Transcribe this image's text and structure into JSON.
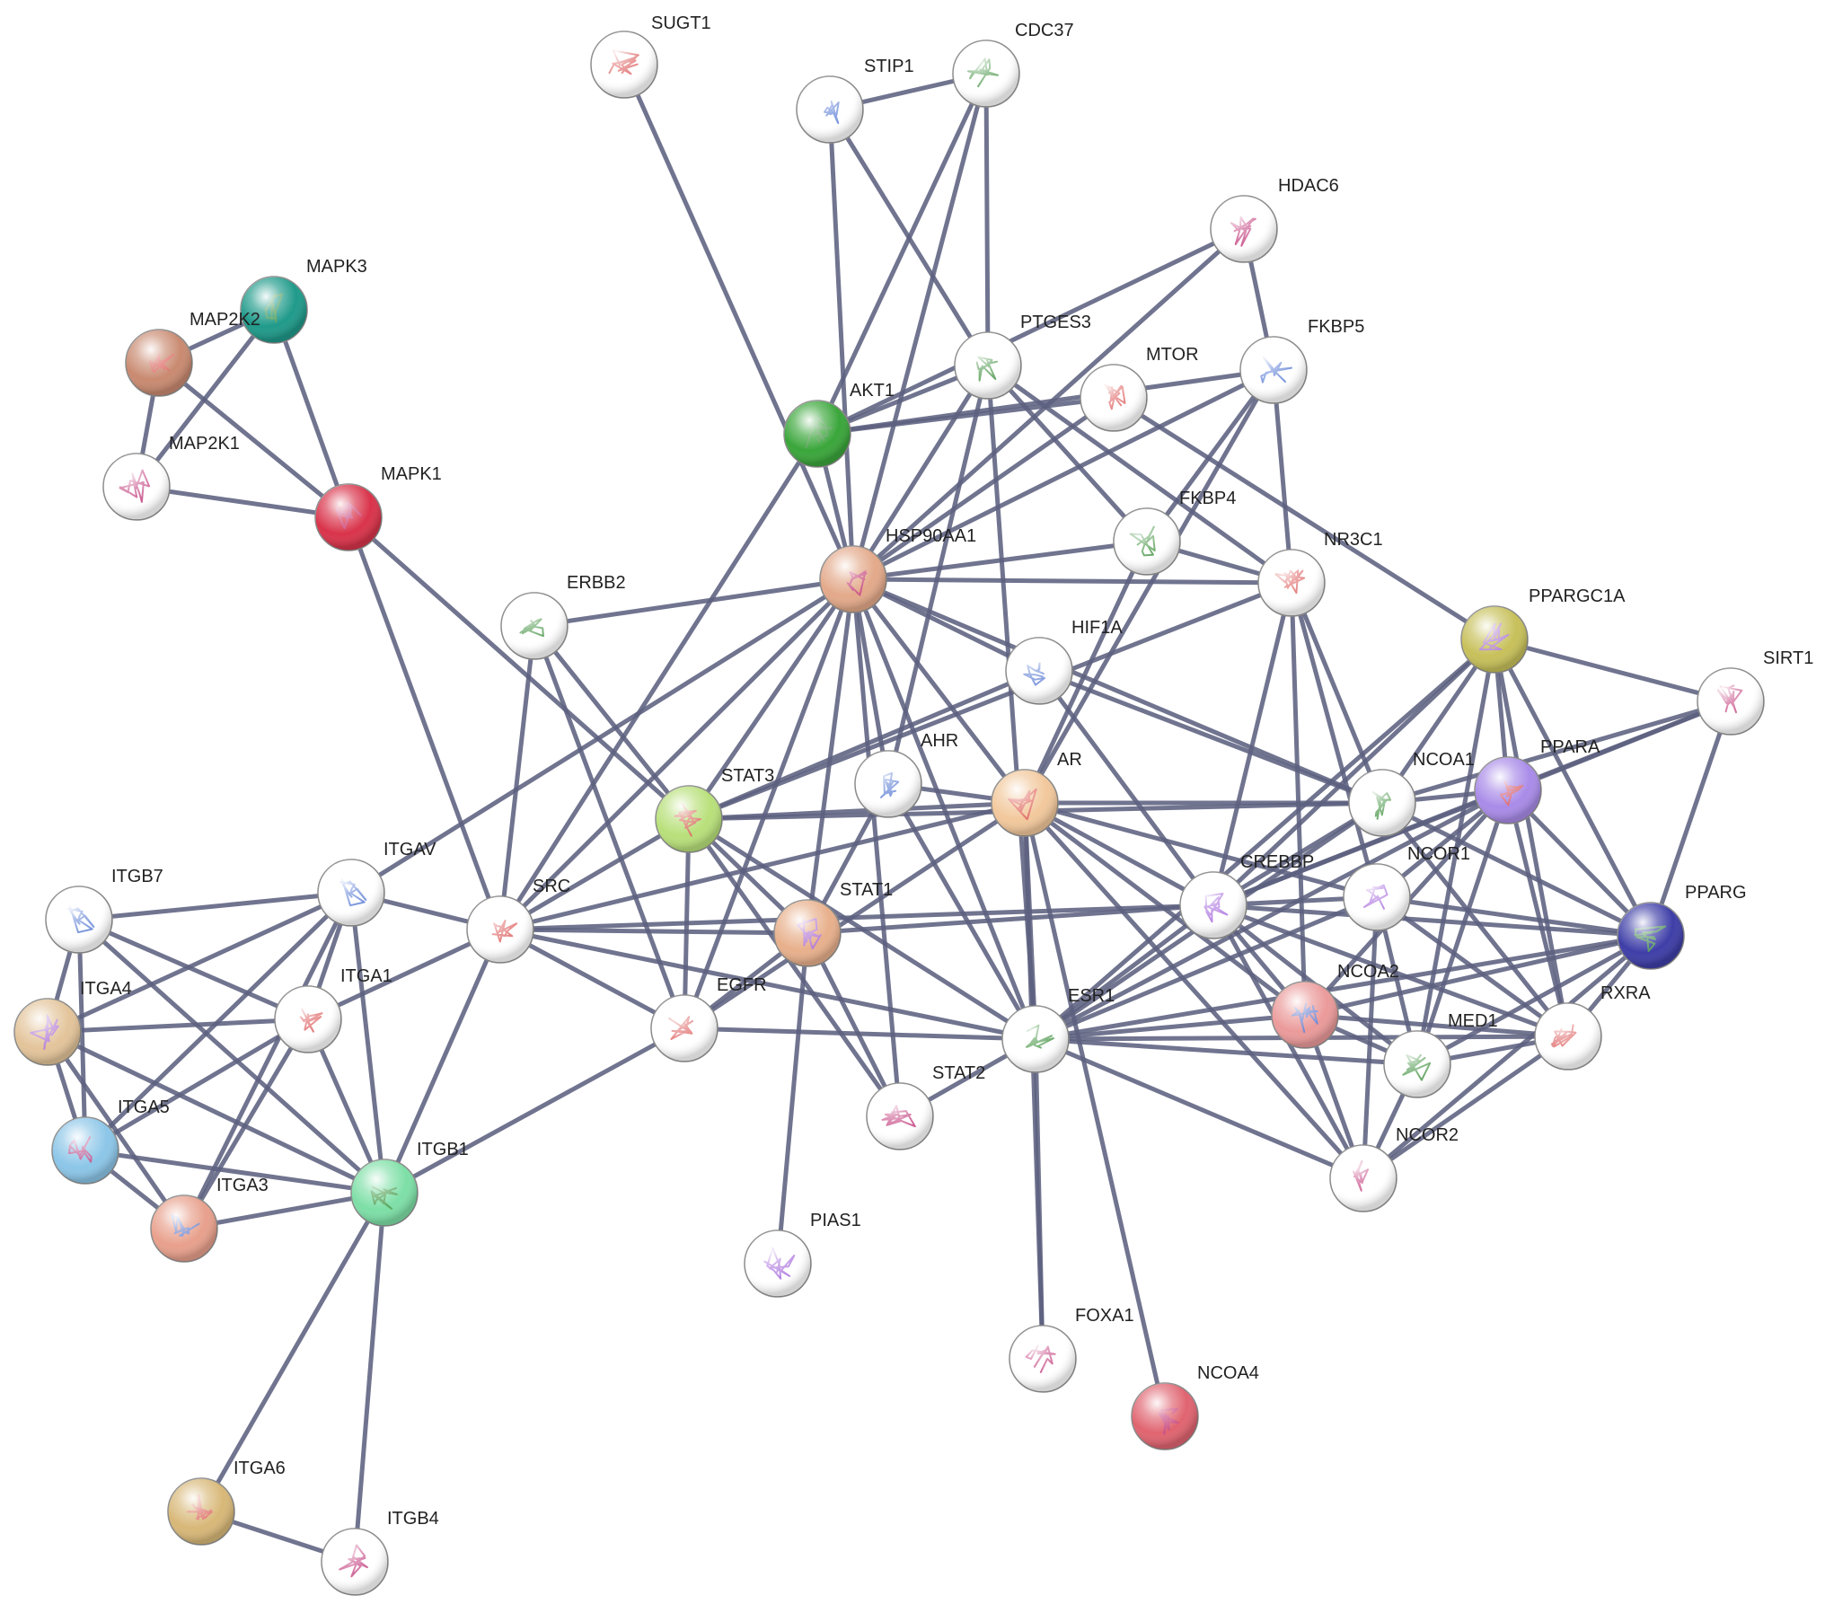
{
  "nodes": [
    {
      "id": "SUGT1",
      "color": "#ffffff"
    },
    {
      "id": "CDC37",
      "color": "#ffffff"
    },
    {
      "id": "STIP1",
      "color": "#ffffff"
    },
    {
      "id": "HDAC6",
      "color": "#ffffff"
    },
    {
      "id": "MAPK3",
      "color": "#1f9a8a"
    },
    {
      "id": "MAP2K2",
      "color": "#c98a70"
    },
    {
      "id": "PTGES3",
      "color": "#ffffff"
    },
    {
      "id": "FKBP5",
      "color": "#ffffff"
    },
    {
      "id": "MTOR",
      "color": "#ffffff"
    },
    {
      "id": "AKT1",
      "color": "#3aa63a"
    },
    {
      "id": "MAP2K1",
      "color": "#ffffff"
    },
    {
      "id": "MAPK1",
      "color": "#d9334a"
    },
    {
      "id": "FKBP4",
      "color": "#ffffff"
    },
    {
      "id": "HSP90AA1",
      "color": "#e3a98a"
    },
    {
      "id": "NR3C1",
      "color": "#ffffff"
    },
    {
      "id": "ERBB2",
      "color": "#ffffff"
    },
    {
      "id": "PPARGC1A",
      "color": "#c7c05a"
    },
    {
      "id": "HIF1A",
      "color": "#ffffff"
    },
    {
      "id": "SIRT1",
      "color": "#ffffff"
    },
    {
      "id": "AHR",
      "color": "#ffffff"
    },
    {
      "id": "AR",
      "color": "#f2c89c"
    },
    {
      "id": "STAT3",
      "color": "#b8e07a"
    },
    {
      "id": "NCOA1",
      "color": "#ffffff"
    },
    {
      "id": "PPARA",
      "color": "#a98be8"
    },
    {
      "id": "ITGAV",
      "color": "#ffffff"
    },
    {
      "id": "ITGB7",
      "color": "#ffffff"
    },
    {
      "id": "SRC",
      "color": "#ffffff"
    },
    {
      "id": "STAT1",
      "color": "#e8b08c"
    },
    {
      "id": "CREBBP",
      "color": "#ffffff"
    },
    {
      "id": "NCOR1",
      "color": "#ffffff"
    },
    {
      "id": "PPARG",
      "color": "#3e3ea8"
    },
    {
      "id": "ITGA1",
      "color": "#ffffff"
    },
    {
      "id": "ITGA4",
      "color": "#e3c49a"
    },
    {
      "id": "EGFR",
      "color": "#ffffff"
    },
    {
      "id": "NCOA2",
      "color": "#eb9a9a"
    },
    {
      "id": "ESR1",
      "color": "#ffffff"
    },
    {
      "id": "MED1",
      "color": "#ffffff"
    },
    {
      "id": "RXRA",
      "color": "#ffffff"
    },
    {
      "id": "STAT2",
      "color": "#ffffff"
    },
    {
      "id": "ITGA5",
      "color": "#8cc6e8"
    },
    {
      "id": "NCOR2",
      "color": "#ffffff"
    },
    {
      "id": "ITGB1",
      "color": "#7ddfa6"
    },
    {
      "id": "ITGA3",
      "color": "#e8a08c"
    },
    {
      "id": "PIAS1",
      "color": "#ffffff"
    },
    {
      "id": "FOXA1",
      "color": "#ffffff"
    },
    {
      "id": "NCOA4",
      "color": "#e06470"
    },
    {
      "id": "ITGA6",
      "color": "#d8b878"
    },
    {
      "id": "ITGB4",
      "color": "#ffffff"
    }
  ],
  "edges": [
    [
      "MAPK3",
      "MAP2K2"
    ],
    [
      "MAPK3",
      "MAP2K1"
    ],
    [
      "MAPK3",
      "MAPK1"
    ],
    [
      "MAP2K2",
      "MAP2K1"
    ],
    [
      "MAP2K2",
      "MAPK1"
    ],
    [
      "MAP2K1",
      "MAPK1"
    ],
    [
      "MAPK1",
      "SRC"
    ],
    [
      "MAPK1",
      "STAT3"
    ],
    [
      "SUGT1",
      "HSP90AA1"
    ],
    [
      "STIP1",
      "CDC37"
    ],
    [
      "STIP1",
      "HSP90AA1"
    ],
    [
      "STIP1",
      "PTGES3"
    ],
    [
      "CDC37",
      "HSP90AA1"
    ],
    [
      "CDC37",
      "AKT1"
    ],
    [
      "CDC37",
      "PTGES3"
    ],
    [
      "HDAC6",
      "HSP90AA1"
    ],
    [
      "HDAC6",
      "AKT1"
    ],
    [
      "HDAC6",
      "FKBP5"
    ],
    [
      "AKT1",
      "PTGES3"
    ],
    [
      "AKT1",
      "MTOR"
    ],
    [
      "AKT1",
      "HSP90AA1"
    ],
    [
      "AKT1",
      "SRC"
    ],
    [
      "AKT1",
      "FKBP5"
    ],
    [
      "PTGES3",
      "HSP90AA1"
    ],
    [
      "PTGES3",
      "FKBP4"
    ],
    [
      "PTGES3",
      "NR3C1"
    ],
    [
      "PTGES3",
      "AHR"
    ],
    [
      "PTGES3",
      "ESR1"
    ],
    [
      "MTOR",
      "HSP90AA1"
    ],
    [
      "MTOR",
      "PPARGC1A"
    ],
    [
      "FKBP5",
      "HSP90AA1"
    ],
    [
      "FKBP5",
      "NR3C1"
    ],
    [
      "FKBP5",
      "FKBP4"
    ],
    [
      "FKBP5",
      "AR"
    ],
    [
      "FKBP4",
      "HSP90AA1"
    ],
    [
      "FKBP4",
      "NR3C1"
    ],
    [
      "FKBP4",
      "AR"
    ],
    [
      "NR3C1",
      "HSP90AA1"
    ],
    [
      "NR3C1",
      "NCOA1"
    ],
    [
      "NR3C1",
      "NCOA2"
    ],
    [
      "NR3C1",
      "CREBBP"
    ],
    [
      "NR3C1",
      "NCOR1"
    ],
    [
      "NR3C1",
      "STAT3"
    ],
    [
      "HSP90AA1",
      "ERBB2"
    ],
    [
      "HSP90AA1",
      "HIF1A"
    ],
    [
      "HSP90AA1",
      "AR"
    ],
    [
      "HSP90AA1",
      "STAT3"
    ],
    [
      "HSP90AA1",
      "SRC"
    ],
    [
      "HSP90AA1",
      "EGFR"
    ],
    [
      "HSP90AA1",
      "ESR1"
    ],
    [
      "HSP90AA1",
      "STAT1"
    ],
    [
      "HSP90AA1",
      "NCOA1"
    ],
    [
      "HSP90AA1",
      "AHR"
    ],
    [
      "HSP90AA1",
      "STAT2"
    ],
    [
      "HSP90AA1",
      "ITGAV"
    ],
    [
      "ERBB2",
      "EGFR"
    ],
    [
      "ERBB2",
      "SRC"
    ],
    [
      "ERBB2",
      "STAT3"
    ],
    [
      "HIF1A",
      "CREBBP"
    ],
    [
      "HIF1A",
      "NCOA1"
    ],
    [
      "HIF1A",
      "STAT3"
    ],
    [
      "PPARGC1A",
      "SIRT1"
    ],
    [
      "PPARGC1A",
      "PPARA"
    ],
    [
      "PPARGC1A",
      "PPARG"
    ],
    [
      "PPARGC1A",
      "RXRA"
    ],
    [
      "PPARGC1A",
      "NCOA1"
    ],
    [
      "PPARGC1A",
      "MED1"
    ],
    [
      "PPARGC1A",
      "CREBBP"
    ],
    [
      "PPARGC1A",
      "ESR1"
    ],
    [
      "SIRT1",
      "PPARA"
    ],
    [
      "SIRT1",
      "PPARG"
    ],
    [
      "SIRT1",
      "NCOA1"
    ],
    [
      "SIRT1",
      "CREBBP"
    ],
    [
      "AHR",
      "ESR1"
    ],
    [
      "AHR",
      "AR"
    ],
    [
      "AHR",
      "STAT1"
    ],
    [
      "AR",
      "NCOA1"
    ],
    [
      "AR",
      "ESR1"
    ],
    [
      "AR",
      "SRC"
    ],
    [
      "AR",
      "STAT3"
    ],
    [
      "AR",
      "CREBBP"
    ],
    [
      "AR",
      "NCOA2"
    ],
    [
      "AR",
      "NCOR1"
    ],
    [
      "AR",
      "FOXA1"
    ],
    [
      "AR",
      "NCOA4"
    ],
    [
      "AR",
      "EGFR"
    ],
    [
      "AR",
      "NCOR2"
    ],
    [
      "STAT3",
      "SRC"
    ],
    [
      "STAT3",
      "STAT1"
    ],
    [
      "STAT3",
      "EGFR"
    ],
    [
      "STAT3",
      "STAT2"
    ],
    [
      "STAT3",
      "ESR1"
    ],
    [
      "STAT3",
      "NCOA1"
    ],
    [
      "NCOA1",
      "PPARA"
    ],
    [
      "NCOA1",
      "PPARG"
    ],
    [
      "NCOA1",
      "ESR1"
    ],
    [
      "NCOA1",
      "RXRA"
    ],
    [
      "NCOA1",
      "CREBBP"
    ],
    [
      "PPARA",
      "RXRA"
    ],
    [
      "PPARA",
      "PPARG"
    ],
    [
      "PPARA",
      "MED1"
    ],
    [
      "PPARA",
      "NCOR1"
    ],
    [
      "PPARA",
      "NCOA2"
    ],
    [
      "PPARA",
      "CREBBP"
    ],
    [
      "PPARA",
      "ESR1"
    ],
    [
      "ITGAV",
      "ITGB7"
    ],
    [
      "ITGAV",
      "SRC"
    ],
    [
      "ITGAV",
      "ITGA1"
    ],
    [
      "ITGAV",
      "ITGB1"
    ],
    [
      "ITGAV",
      "ITGA4"
    ],
    [
      "ITGAV",
      "ITGA5"
    ],
    [
      "ITGAV",
      "ITGA3"
    ],
    [
      "ITGB7",
      "ITGA4"
    ],
    [
      "ITGB7",
      "ITGB1"
    ],
    [
      "ITGB7",
      "ITGA5"
    ],
    [
      "ITGB7",
      "ITGA1"
    ],
    [
      "SRC",
      "EGFR"
    ],
    [
      "SRC",
      "STAT1"
    ],
    [
      "SRC",
      "ESR1"
    ],
    [
      "SRC",
      "ITGB1"
    ],
    [
      "SRC",
      "ITGA1"
    ],
    [
      "SRC",
      "CREBBP"
    ],
    [
      "STAT1",
      "EGFR"
    ],
    [
      "STAT1",
      "STAT2"
    ],
    [
      "STAT1",
      "PIAS1"
    ],
    [
      "STAT1",
      "CREBBP"
    ],
    [
      "CREBBP",
      "NCOA2"
    ],
    [
      "CREBBP",
      "ESR1"
    ],
    [
      "CREBBP",
      "NCOR1"
    ],
    [
      "CREBBP",
      "PPARG"
    ],
    [
      "CREBBP",
      "MED1"
    ],
    [
      "CREBBP",
      "RXRA"
    ],
    [
      "CREBBP",
      "NCOR2"
    ],
    [
      "NCOR1",
      "PPARG"
    ],
    [
      "NCOR1",
      "RXRA"
    ],
    [
      "NCOR1",
      "NCOR2"
    ],
    [
      "NCOR1",
      "ESR1"
    ],
    [
      "NCOR1",
      "MED1"
    ],
    [
      "PPARG",
      "RXRA"
    ],
    [
      "PPARG",
      "MED1"
    ],
    [
      "PPARG",
      "NCOA2"
    ],
    [
      "PPARG",
      "NCOR2"
    ],
    [
      "PPARG",
      "ESR1"
    ],
    [
      "ITGA1",
      "ITGB1"
    ],
    [
      "ITGA1",
      "ITGA4"
    ],
    [
      "ITGA1",
      "ITGA5"
    ],
    [
      "ITGA1",
      "ITGA3"
    ],
    [
      "ITGA4",
      "ITGB1"
    ],
    [
      "ITGA4",
      "ITGA5"
    ],
    [
      "ITGA4",
      "ITGA3"
    ],
    [
      "EGFR",
      "ESR1"
    ],
    [
      "EGFR",
      "ITGB1"
    ],
    [
      "NCOA2",
      "ESR1"
    ],
    [
      "NCOA2",
      "RXRA"
    ],
    [
      "NCOA2",
      "MED1"
    ],
    [
      "NCOA2",
      "NCOR2"
    ],
    [
      "ESR1",
      "MED1"
    ],
    [
      "ESR1",
      "RXRA"
    ],
    [
      "ESR1",
      "NCOR2"
    ],
    [
      "ESR1",
      "STAT2"
    ],
    [
      "ESR1",
      "FOXA1"
    ],
    [
      "MED1",
      "RXRA"
    ],
    [
      "RXRA",
      "NCOR2"
    ],
    [
      "MED1",
      "NCOR2"
    ],
    [
      "ITGA5",
      "ITGB1"
    ],
    [
      "ITGA5",
      "ITGA3"
    ],
    [
      "ITGB1",
      "ITGA3"
    ],
    [
      "ITGB1",
      "ITGA6"
    ],
    [
      "ITGB1",
      "ITGB4"
    ],
    [
      "ITGA6",
      "ITGB4"
    ]
  ]
}
